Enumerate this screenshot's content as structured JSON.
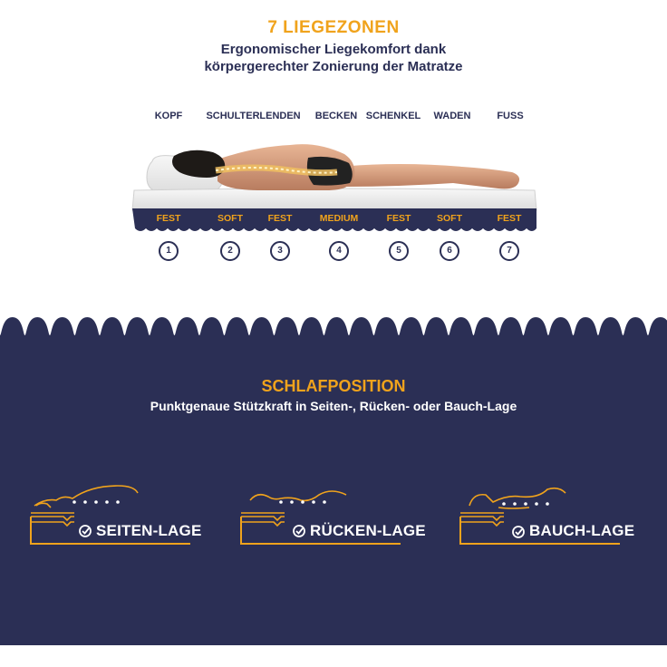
{
  "header": {
    "title": "7 LIEGEZONEN",
    "subtitle_line1": "Ergonomischer Liegekomfort dank",
    "subtitle_line2": "körpergerechter Zonierung der Matratze"
  },
  "zones": {
    "body_labels": [
      "KOPF",
      "SCHULTER",
      "LENDEN",
      "BECKEN",
      "SCHENKEL",
      "WADEN",
      "FUSS"
    ],
    "firmness": [
      "FEST",
      "SOFT",
      "FEST",
      "MEDIUM",
      "FEST",
      "SOFT",
      "FEST"
    ],
    "numbers": [
      "1",
      "2",
      "3",
      "4",
      "5",
      "6",
      "7"
    ]
  },
  "section2": {
    "title": "SCHLAFPOSITION",
    "subtitle": "Punktgenaue Stützkraft in Seiten-, Rücken- oder Bauch-Lage"
  },
  "positions": [
    {
      "label": "SEITEN-LAGE",
      "icon": "side-sleeper-icon"
    },
    {
      "label": "RÜCKEN-LAGE",
      "icon": "back-sleeper-icon"
    },
    {
      "label": "BAUCH-LAGE",
      "icon": "stomach-sleeper-icon"
    }
  ],
  "colors": {
    "navy": "#2b2f55",
    "gold": "#f0a31c",
    "white": "#ffffff"
  }
}
